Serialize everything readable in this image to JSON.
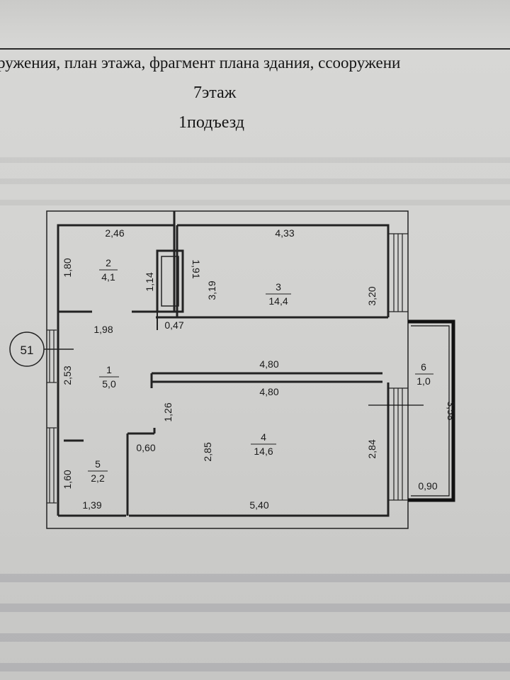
{
  "document": {
    "heading": "ружения, план этажа, фрагмент плана здания, ссооружени",
    "floor": "7этаж",
    "entrance": "1подъезд"
  },
  "plan": {
    "axis_marker": "51",
    "rooms": [
      {
        "id": "1",
        "number": "1",
        "area": "5,0"
      },
      {
        "id": "2",
        "number": "2",
        "area": "4,1"
      },
      {
        "id": "3",
        "number": "3",
        "area": "14,4"
      },
      {
        "id": "4",
        "number": "4",
        "area": "14,6"
      },
      {
        "id": "5",
        "number": "5",
        "area": "2,2"
      },
      {
        "id": "6",
        "number": "6",
        "area": "1,0"
      }
    ],
    "dimensions": {
      "room2_width": "2,46",
      "room3_width": "4,33",
      "room2_height": "1,80",
      "shaft_left": "1,14",
      "shaft_right": "1,91",
      "shaft_width": "0,47",
      "room3_height_left": "3,19",
      "room3_height_right": "3,20",
      "hall_width": "1,98",
      "hall_height": "2,53",
      "room3_bottom": "4,80",
      "room4_top": "4,80",
      "hall_lower": "1,26",
      "room5_width_top": "0,60",
      "room4_height_left": "2,85",
      "room4_height_right": "2,84",
      "room5_height": "1,60",
      "room5_width": "1,39",
      "room4_width": "5,40",
      "balcony_length": "3,58",
      "balcony_width": "0,90"
    }
  }
}
